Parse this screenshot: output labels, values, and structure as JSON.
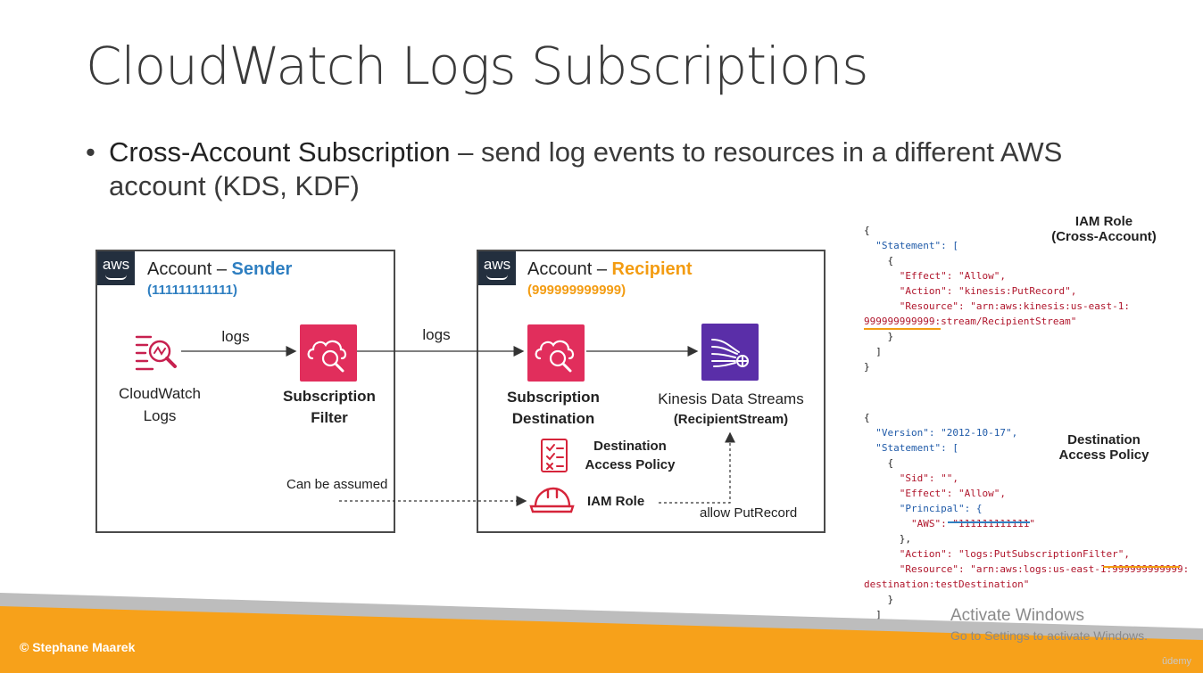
{
  "slide": {
    "title": "CloudWatch Logs Subscriptions",
    "bullet_dot": "•",
    "bullet_strong": "Cross-Account Subscription",
    "bullet_rest": " – send log events to resources in a different AWS account (KDS, KDF)"
  },
  "sender": {
    "logo": "aws",
    "title_prefix": "Account – ",
    "title_role": "Sender",
    "id": "(111111111111)",
    "id_color": "#2f7fc1",
    "cloudwatch_label_1": "CloudWatch",
    "cloudwatch_label_2": "Logs",
    "filter_label_1": "Subscription",
    "filter_label_2": "Filter",
    "arrow_label": "logs",
    "assume_label": "Can be assumed"
  },
  "recipient": {
    "logo": "aws",
    "title_prefix": "Account – ",
    "title_role": "Recipient",
    "id": "(999999999999)",
    "id_color": "#f39c12",
    "destination_label_1": "Subscription",
    "destination_label_2": "Destination",
    "kinesis_label": "Kinesis Data Streams",
    "kinesis_sub": "(RecipientStream)",
    "access_policy_1": "Destination",
    "access_policy_2": "Access Policy",
    "iam_role": "IAM Role",
    "put_record": "allow PutRecord",
    "arrow_label": "logs"
  },
  "policies": {
    "iam_title_1": "IAM Role",
    "iam_title_2": "(Cross-Account)",
    "dest_title_1": "Destination",
    "dest_title_2": "Access Policy",
    "iam_lines": [
      "{",
      "  \"Statement\": [",
      "    {",
      "      \"Effect\": \"Allow\",",
      "      \"Action\": \"kinesis:PutRecord\",",
      "      \"Resource\": \"arn:aws:kinesis:us-east-1:",
      "999999999999:stream/RecipientStream\"",
      "    }",
      "  ]",
      "}"
    ],
    "dest_lines": [
      "{",
      "  \"Version\": \"2012-10-17\",",
      "  \"Statement\": [",
      "    {",
      "      \"Sid\": \"\",",
      "      \"Effect\": \"Allow\",",
      "      \"Principal\": {",
      "        \"AWS\": \"111111111111\"",
      "      },",
      "      \"Action\": \"logs:PutSubscriptionFilter\",",
      "      \"Resource\": \"arn:aws:logs:us-east-1:999999999999:",
      "destination:testDestination\"",
      "    }",
      "  ]",
      "}"
    ]
  },
  "footer": {
    "copyright": "© Stephane Maarek",
    "activate_1": "Activate Windows",
    "activate_2": "Go to Settings to activate Windows.",
    "udemy": "ûdemy"
  },
  "colors": {
    "aws_dark": "#232f3e",
    "pink": "#e12e5c",
    "purple": "#5a2ea8",
    "orange": "#f39c12",
    "blue": "#2f7fc1",
    "iam_red": "#d6243a"
  },
  "icons": [
    "cloudwatch-logs-icon",
    "subscription-filter-icon",
    "subscription-destination-icon",
    "kinesis-data-streams-icon",
    "checklist-icon",
    "iam-role-helmet-icon"
  ]
}
